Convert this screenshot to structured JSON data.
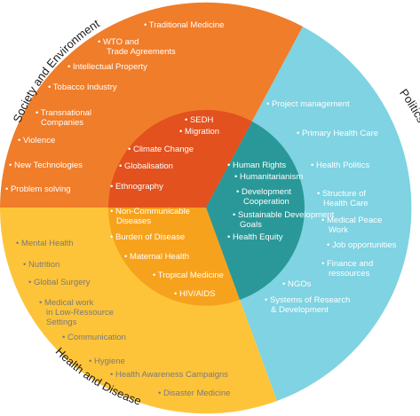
{
  "segments": [
    {
      "title": "Society and Environment",
      "color_outer": "#f07d2a",
      "color_inner": "#e2511e",
      "outer_items": [
        "Traditional Medicine",
        "WTO and Trade Agreements",
        "Intellectual Property",
        "Tobacco Industry",
        "Transnational Companies",
        "Violence",
        "New Technologies",
        "Problem solving"
      ],
      "inner_items": [
        "SEDH",
        "Migration",
        "Climate Change",
        "Globalisation",
        "Ethnography"
      ]
    },
    {
      "title": "Politics and Healthcare Systems",
      "color_outer": "#7fd3e2",
      "color_inner": "#2a9898",
      "outer_items": [
        "Project management",
        "Primary Health Care",
        "Health Politics",
        "Structure of Health Care",
        "Medical Peace Work",
        "Job opportunities",
        "Finance and ressources",
        "NGOs",
        "Systems of Research & Development"
      ],
      "inner_items": [
        "Human Rights",
        "Humanitarianism",
        "Development Cooperation",
        "Sustainable Development Goals",
        "Health Equity"
      ]
    },
    {
      "title": "Health and Disease",
      "color_outer": "#fdc43a",
      "color_inner": "#f7a21c",
      "outer_items": [
        "Mental Health",
        "Nutrition",
        "Global Surgery",
        "Medical work in Low-Ressource Settings",
        "Communication",
        "Hygiene",
        "Health Awareness Campaigns",
        "Disaster Medicine"
      ],
      "inner_items": [
        "Non-Communicable Diseases",
        "Burden of Disease",
        "Maternal Health",
        "Tropical Medicine",
        "HIV/AIDS"
      ]
    }
  ]
}
